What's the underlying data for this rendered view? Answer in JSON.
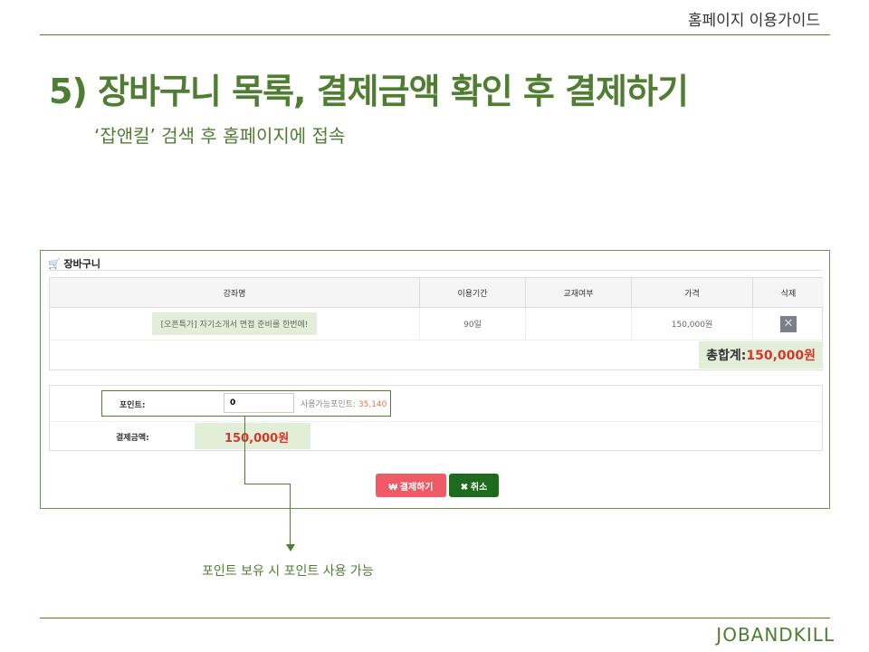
{
  "header": {
    "guide": "홈페이지 이용가이드",
    "title": "5) 장바구니 목록, 결제금액 확인 후 결제하기",
    "subtitle": "‘잡앤킬’ 검색 후 홈페이지에 접속"
  },
  "cart": {
    "title": "장바구니",
    "columns": [
      "강좌명",
      "이용기간",
      "교재여부",
      "가격",
      "삭제"
    ],
    "rows": [
      {
        "course": "[오픈특가] 자기소개서 면접 준비를 한번에!",
        "period": "90일",
        "textbook": "",
        "price": "150,000원"
      }
    ],
    "total_label": "총합계:",
    "total_value": "150,000원"
  },
  "payment": {
    "point_label": "포인트:",
    "point_value": "0",
    "available_label": "사용가능포인트:",
    "available_value": "35,140",
    "amount_label": "결제금액:",
    "amount_value": "150,000원",
    "pay_button": "₩ 결제하기",
    "cancel_button": "✖ 취소"
  },
  "annotation": "포인트 보유 시 포인트 사용 가능",
  "footer": {
    "logo": "JOBANDKILL"
  },
  "colors": {
    "accent": "#4f7d32",
    "price": "#d9362b",
    "pay": "#f05a67",
    "cancel": "#1e6b1e"
  }
}
